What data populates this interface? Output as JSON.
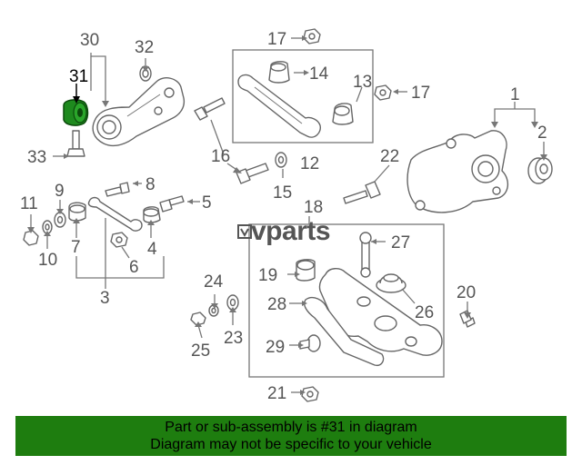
{
  "labels": {
    "l1": "1",
    "l2": "2",
    "l3": "3",
    "l4": "4",
    "l5": "5",
    "l6": "6",
    "l7": "7",
    "l8": "8",
    "l9": "9",
    "l10": "10",
    "l11": "11",
    "l12": "12",
    "l13": "13",
    "l14": "14",
    "l15": "15",
    "l16": "16",
    "l17a": "17",
    "l17b": "17",
    "l18": "18",
    "l19": "19",
    "l20": "20",
    "l21": "21",
    "l22": "22",
    "l23": "23",
    "l24": "24",
    "l25": "25",
    "l26": "26",
    "l27": "27",
    "l28": "28",
    "l29": "29",
    "l30": "30",
    "l31": "31",
    "l32": "32",
    "l33": "33"
  },
  "watermark": {
    "brand": "vparts"
  },
  "colors": {
    "highlight_part": "#1e8a1e",
    "banner": "#1e7d0f"
  },
  "banner": {
    "line1": "Part or sub-assembly is #31 in diagram",
    "line2": "Diagram may not be specific to your vehicle"
  }
}
